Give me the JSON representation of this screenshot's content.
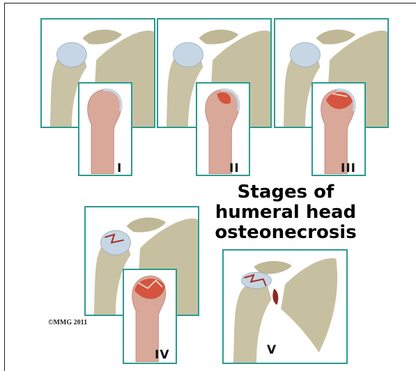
{
  "title": "Stages of humeral head osteonecrosis",
  "copyright": "©MMG 2011",
  "stages": [
    {
      "label": "I"
    },
    {
      "label": "II"
    },
    {
      "label": "III"
    },
    {
      "label": "IV"
    },
    {
      "label": "V"
    }
  ],
  "colors": {
    "frame_border": "#2a9a8e",
    "bone": "#c9c2a4",
    "cartilage": "#c7d6e4",
    "marrow": "#d9a898",
    "necrosis": "#d2452e"
  }
}
